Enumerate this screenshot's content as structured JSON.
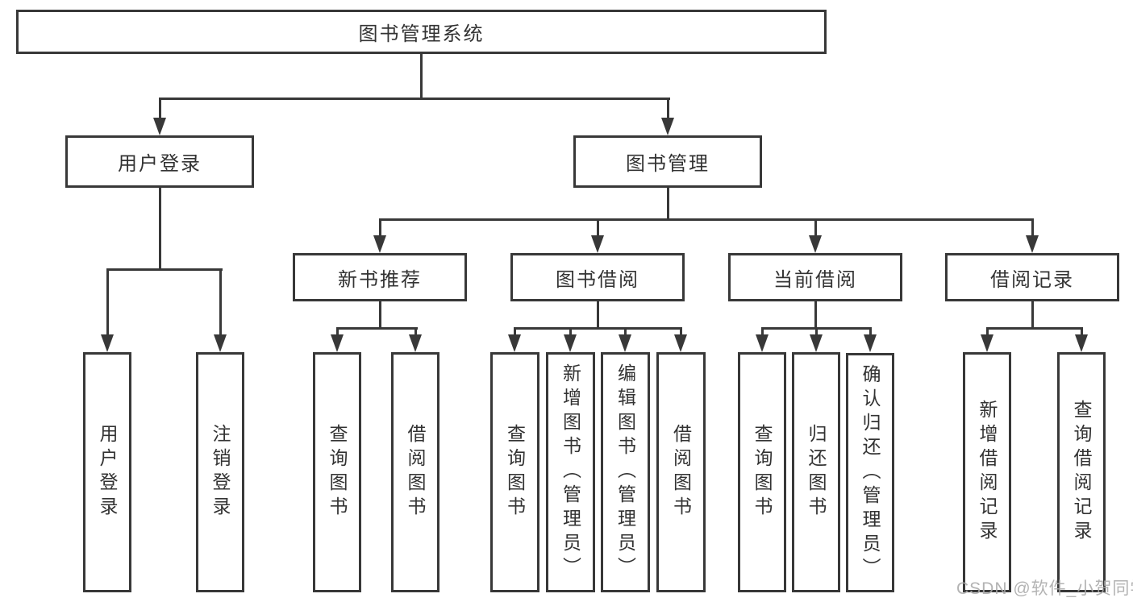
{
  "tree": {
    "label": "图书管理系统",
    "children": [
      {
        "label": "用户登录",
        "children": [
          {
            "label": "用户登录"
          },
          {
            "label": "注销登录"
          }
        ]
      },
      {
        "label": "图书管理",
        "children": [
          {
            "label": "新书推荐",
            "children": [
              {
                "label": "查询图书"
              },
              {
                "label": "借阅图书"
              }
            ]
          },
          {
            "label": "图书借阅",
            "children": [
              {
                "label": "查询图书"
              },
              {
                "label": "新增图书（管理员）"
              },
              {
                "label": "编辑图书（管理员）"
              },
              {
                "label": "借阅图书"
              }
            ]
          },
          {
            "label": "当前借阅",
            "children": [
              {
                "label": "查询图书"
              },
              {
                "label": "归还图书"
              },
              {
                "label": "确认归还（管理员）"
              }
            ]
          },
          {
            "label": "借阅记录",
            "children": [
              {
                "label": "新增借阅记录"
              },
              {
                "label": "查询借阅记录"
              }
            ]
          }
        ]
      }
    ]
  },
  "watermark": "CSDN @软件_小贺同学",
  "colors": {
    "line": "#383838",
    "text": "#333333",
    "bg": "#ffffff",
    "watermark": "#ababab"
  }
}
